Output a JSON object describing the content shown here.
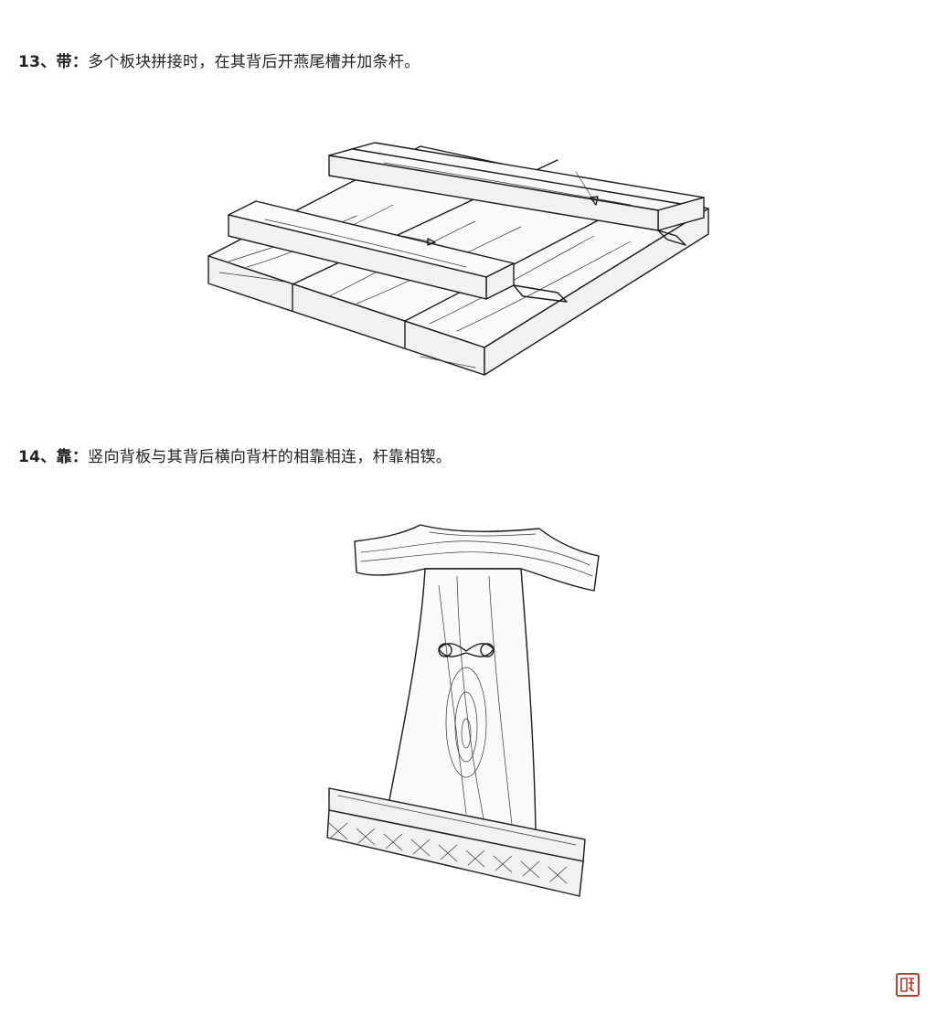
{
  "sections": [
    {
      "number": "13、带：",
      "text": "多个板块拼接时，在其背后开燕尾槽并加条杆。",
      "illustration": "board-batten-dovetail-drawing"
    },
    {
      "number": "14、靠：",
      "text": "竖向背板与其背后横向背杆的相靠相连，杆靠相锲。",
      "illustration": "chair-back-splat-drawing"
    }
  ],
  "seal": {
    "icon": "red-seal-stamp-icon",
    "color": "#c0392b"
  }
}
